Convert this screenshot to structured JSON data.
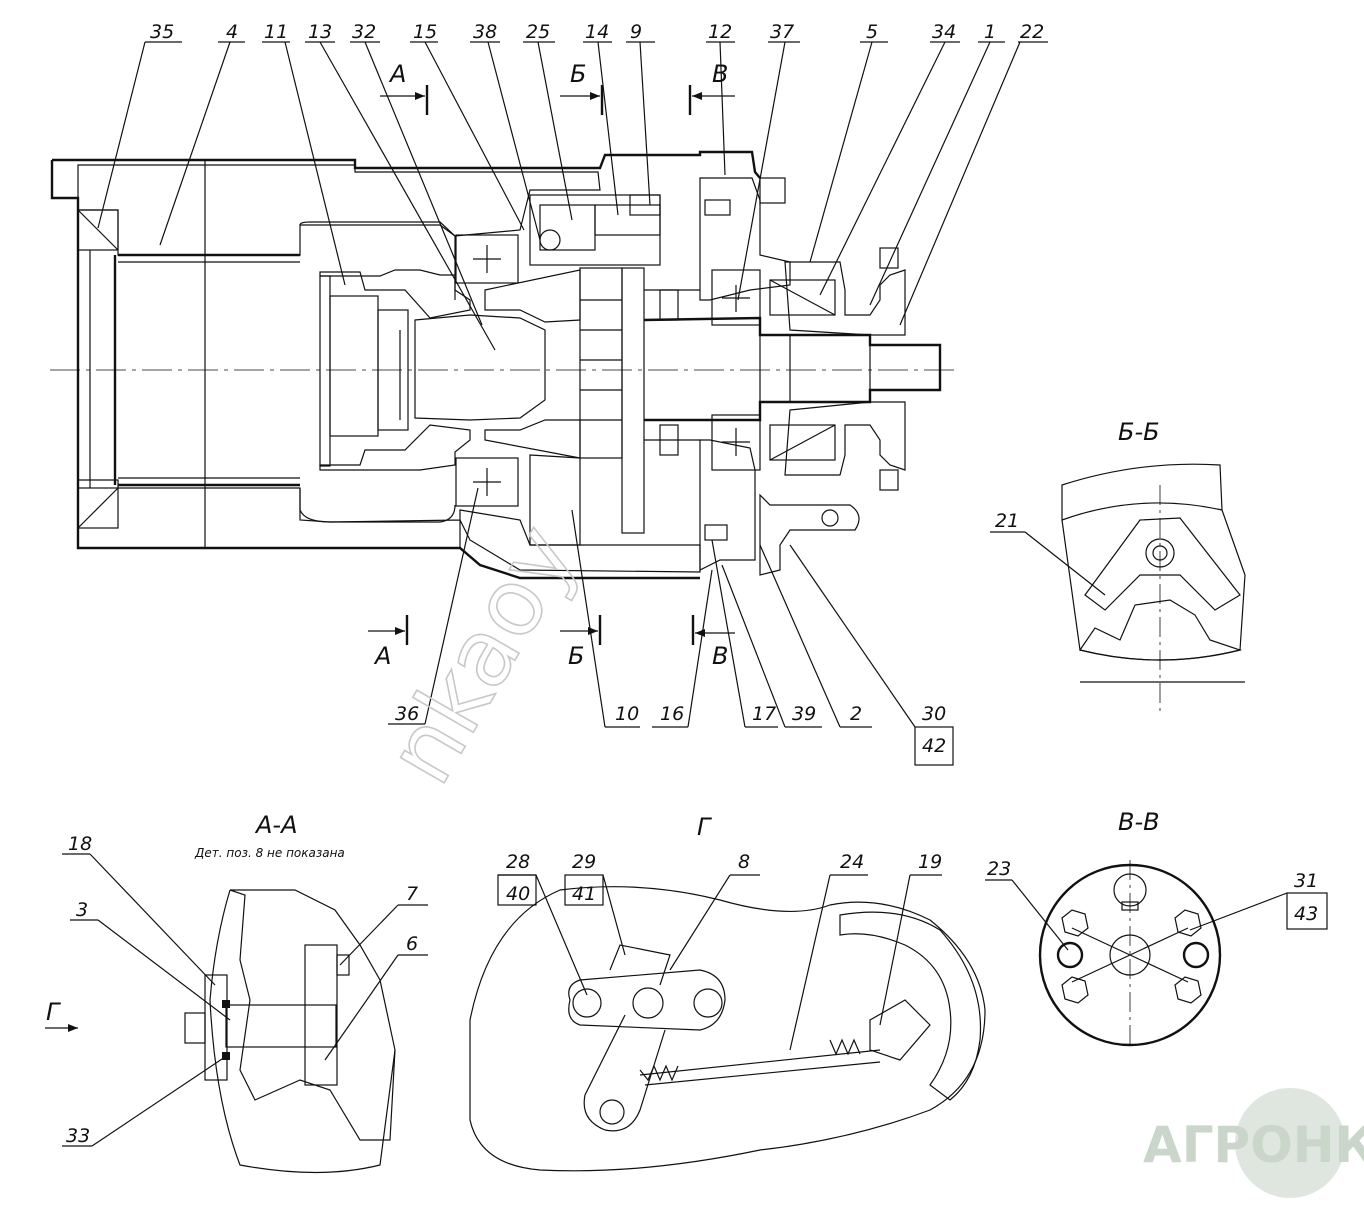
{
  "callouts": [
    {
      "id": "c35",
      "text": "35"
    },
    {
      "id": "c4",
      "text": "4"
    },
    {
      "id": "c11",
      "text": "11"
    },
    {
      "id": "c13",
      "text": "13"
    },
    {
      "id": "c32",
      "text": "32"
    },
    {
      "id": "c15",
      "text": "15"
    },
    {
      "id": "c38",
      "text": "38"
    },
    {
      "id": "c25",
      "text": "25"
    },
    {
      "id": "c14",
      "text": "14"
    },
    {
      "id": "c9",
      "text": "9"
    },
    {
      "id": "c12",
      "text": "12"
    },
    {
      "id": "c37",
      "text": "37"
    },
    {
      "id": "c5",
      "text": "5"
    },
    {
      "id": "c34",
      "text": "34"
    },
    {
      "id": "c1",
      "text": "1"
    },
    {
      "id": "c22",
      "text": "22"
    },
    {
      "id": "c36",
      "text": "36"
    },
    {
      "id": "c10",
      "text": "10"
    },
    {
      "id": "c16",
      "text": "16"
    },
    {
      "id": "c17",
      "text": "17"
    },
    {
      "id": "c39",
      "text": "39"
    },
    {
      "id": "c2",
      "text": "2"
    },
    {
      "id": "c30",
      "text": "30"
    },
    {
      "id": "c42",
      "text": "42"
    },
    {
      "id": "c21",
      "text": "21"
    },
    {
      "id": "c18",
      "text": "18"
    },
    {
      "id": "c3",
      "text": "3"
    },
    {
      "id": "c7",
      "text": "7"
    },
    {
      "id": "c6",
      "text": "6"
    },
    {
      "id": "c33",
      "text": "33"
    },
    {
      "id": "c28",
      "text": "28"
    },
    {
      "id": "c40",
      "text": "40"
    },
    {
      "id": "c29",
      "text": "29"
    },
    {
      "id": "c41",
      "text": "41"
    },
    {
      "id": "c8",
      "text": "8"
    },
    {
      "id": "c24",
      "text": "24"
    },
    {
      "id": "c19",
      "text": "19"
    },
    {
      "id": "c23",
      "text": "23"
    },
    {
      "id": "c31",
      "text": "31"
    },
    {
      "id": "c43",
      "text": "43"
    }
  ],
  "section_marks": {
    "a": "А",
    "b": "Б",
    "v": "В",
    "g": "Г"
  },
  "section_titles": {
    "bb": "Б-Б",
    "aa": "А-А",
    "aa_note": "Дет. поз. 8 не показана",
    "g": "Г",
    "vv": "В-В"
  },
  "watermark": "nkaoy",
  "logo": {
    "text": "АГРОНКА",
    "accent": "#c9d6c9"
  },
  "colors": {
    "ink": "#111111",
    "watermark": "#c8c8c8",
    "background": "#ffffff"
  }
}
